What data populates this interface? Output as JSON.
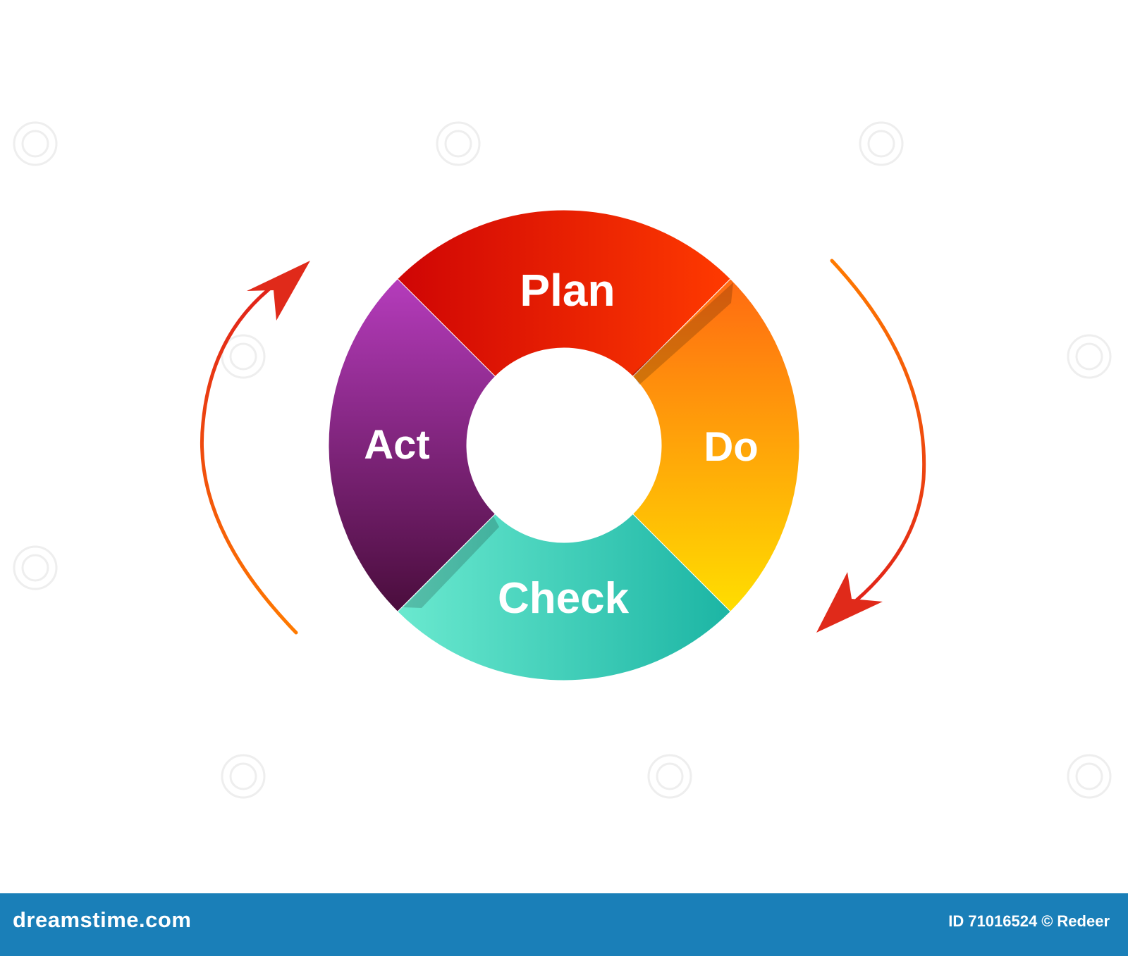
{
  "diagram": {
    "segments": [
      {
        "id": "plan",
        "label": "Plan",
        "color_start": "#d60a0a",
        "color_end": "#ff3a00"
      },
      {
        "id": "do",
        "label": "Do",
        "color_start": "#ff7a10",
        "color_end": "#ffd600"
      },
      {
        "id": "check",
        "label": "Check",
        "color_start": "#6ae6cc",
        "color_end": "#1fbaa8"
      },
      {
        "id": "act",
        "label": "Act",
        "color_start": "#b23ab8",
        "color_end": "#4e0f40"
      }
    ],
    "arrow_color_head": "#e02a1a",
    "arrow_color_tail": "#ff6a00"
  },
  "footer": {
    "brand": "dreamstime.com",
    "id_label": "ID",
    "id_number": "71016524",
    "copyright": "©",
    "author": "Redeer",
    "background": "#1a7fb8"
  }
}
